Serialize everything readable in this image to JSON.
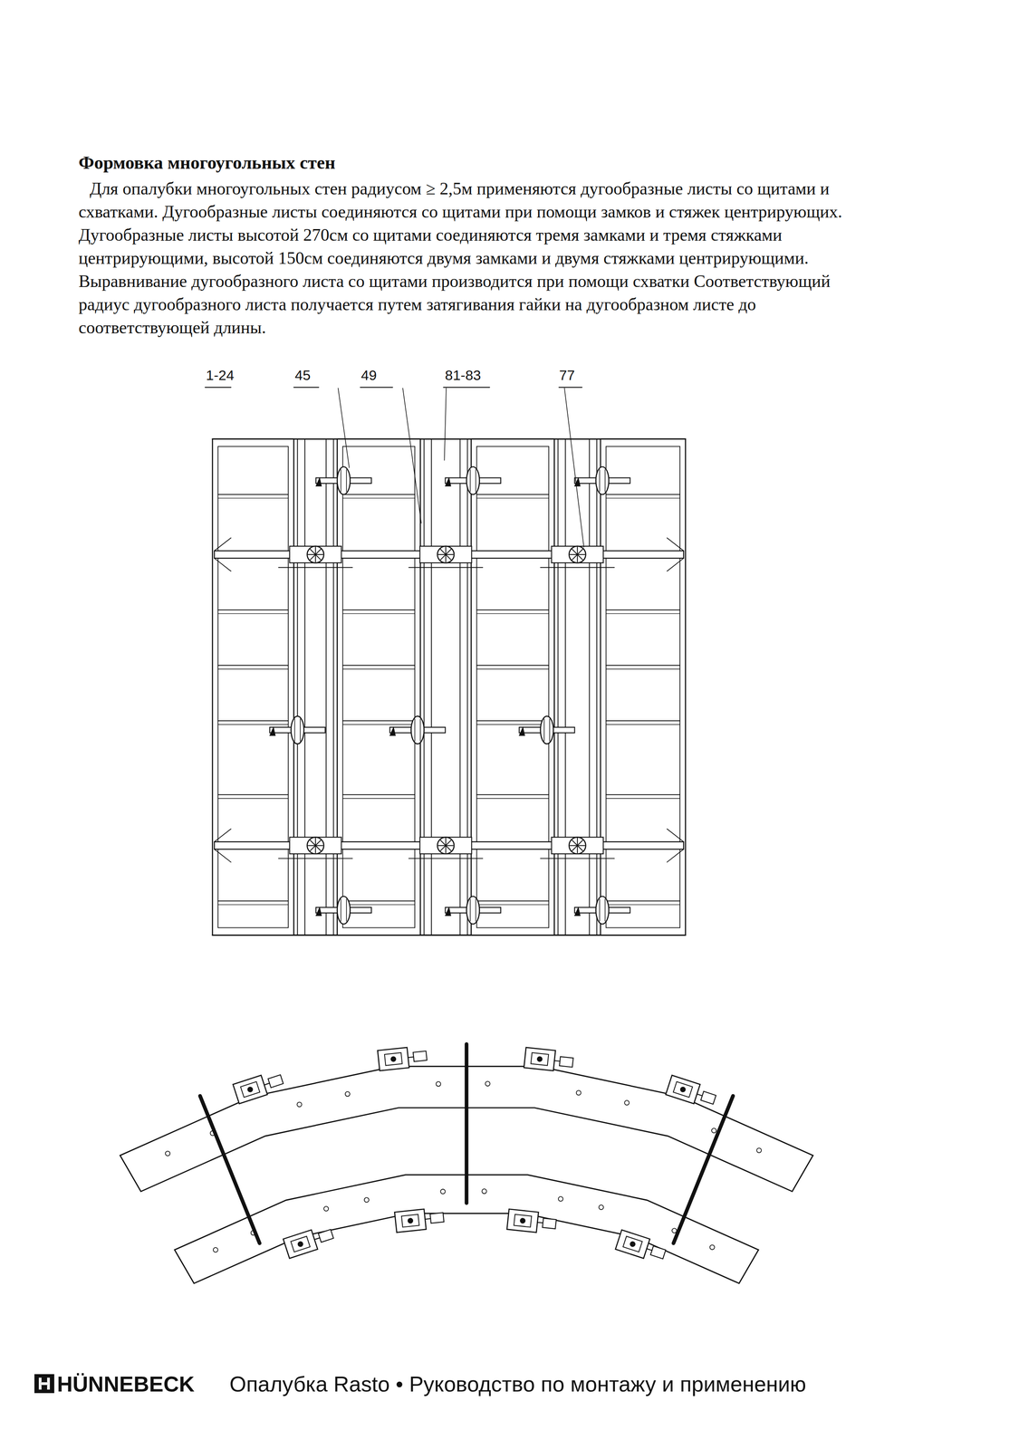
{
  "diagram": {
    "title": "Формовка многоугольных стен",
    "labels": [
      "Для опалубки многоугольных стен радиусом ≥ 2,5м применяются дугообразные листы со щитами и схватками. Дугообразные листы соединяются со щитами при помощи замков и стяжек центрирующих. Дугообразные листы высотой 270см со щитами соединяются тремя замками и тремя стяжками центрирующими, высотой 150см соединяются двумя замками и двумя стяжками центрирующими. Выравнивание дугообразного листа со щитами производится при помощи схватки Соответствующий радиус дугообразного листа получается путем затягивания гайки на дугообразном листе до соответствующей длины.",
      "1-24",
      "45",
      "49",
      "81-83",
      "77",
      "HÜNNEBECK",
      "Опалубка Rasto • Руководство по монтажу и применению"
    ]
  }
}
